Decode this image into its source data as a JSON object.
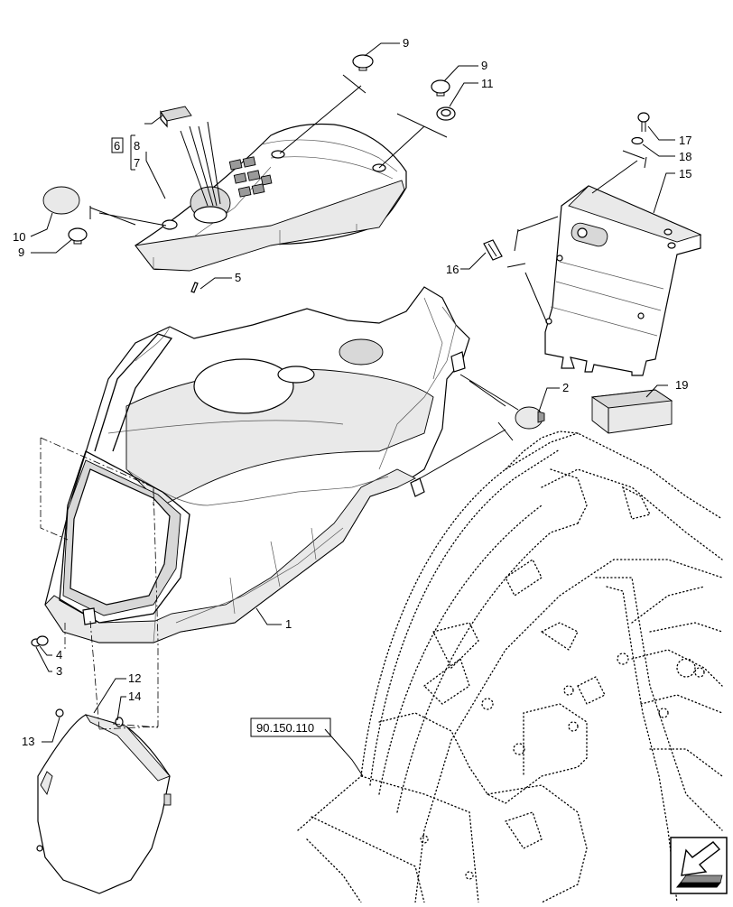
{
  "callouts": {
    "c9a": "9",
    "c9b": "9",
    "c11": "11",
    "c6": "6",
    "c8": "8",
    "c7": "7",
    "c10": "10",
    "c9c": "9",
    "c5": "5",
    "c17": "17",
    "c18": "18",
    "c15": "15",
    "c16": "16",
    "c2": "2",
    "c19": "19",
    "c1": "1",
    "c4": "4",
    "c3": "3",
    "c12": "12",
    "c14": "14",
    "c13": "13"
  },
  "reference_box": {
    "label": "90.150.110"
  },
  "icons": {
    "nav": "next-page-arrow-icon"
  },
  "colors": {
    "line": "#000000",
    "shade": "#e9e9e9",
    "background": "#ffffff"
  }
}
